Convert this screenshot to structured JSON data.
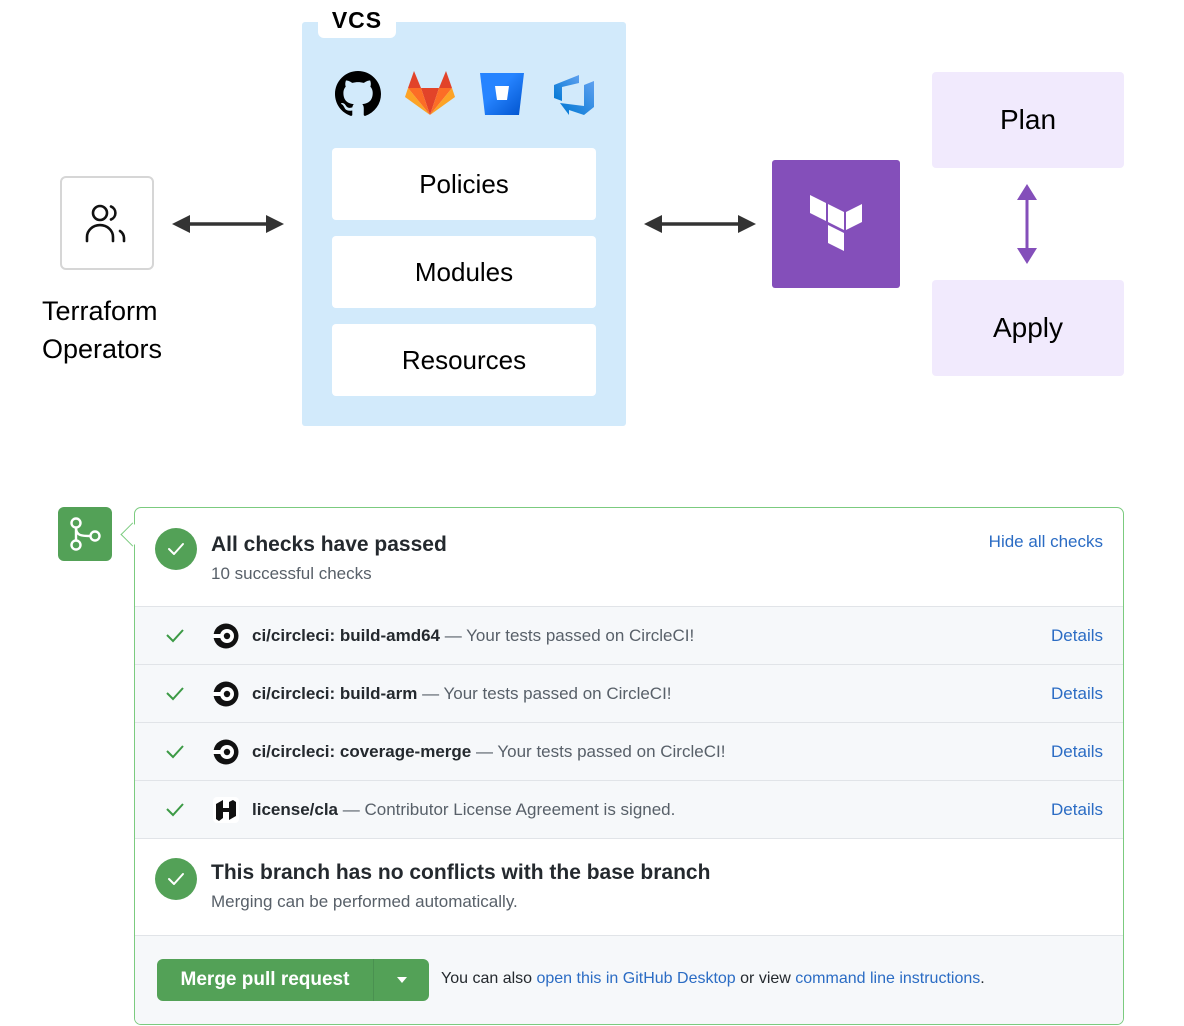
{
  "diagram": {
    "operators": {
      "label_line1": "Terraform",
      "label_line2": "Operators",
      "icon": "users-icon"
    },
    "vcs": {
      "title": "VCS",
      "providers": [
        {
          "name": "GitHub",
          "icon": "github-icon"
        },
        {
          "name": "GitLab",
          "icon": "gitlab-icon"
        },
        {
          "name": "Bitbucket",
          "icon": "bitbucket-icon"
        },
        {
          "name": "Azure DevOps",
          "icon": "azure-devops-icon"
        }
      ],
      "items": [
        "Policies",
        "Modules",
        "Resources"
      ]
    },
    "terraform": {
      "icon": "terraform-logo-icon",
      "color": "#844fba"
    },
    "phases": [
      "Plan",
      "Apply"
    ],
    "colors": {
      "vcs_bg": "#d2eafb",
      "phase_bg": "#f1eafd",
      "phase_arrow": "#844fba",
      "arrow": "#333333"
    }
  },
  "merge_box": {
    "checks_header": {
      "title": "All checks have passed",
      "subtitle": "10 successful checks",
      "toggle_label": "Hide all checks"
    },
    "checks": [
      {
        "name": "ci/circleci: build-amd64",
        "desc": " — Your tests passed on CircleCI!",
        "details": "Details",
        "logo": "circleci-icon"
      },
      {
        "name": "ci/circleci: build-arm",
        "desc": " — Your tests passed on CircleCI!",
        "details": "Details",
        "logo": "circleci-icon"
      },
      {
        "name": "ci/circleci: coverage-merge",
        "desc": " — Your tests passed on CircleCI!",
        "details": "Details",
        "logo": "circleci-icon"
      },
      {
        "name": "license/cla",
        "desc": " — Contributor License Agreement is signed.",
        "details": "Details",
        "logo": "hashicorp-icon"
      }
    ],
    "conflicts": {
      "title": "This branch has no conflicts with the base branch",
      "subtitle": "Merging can be performed automatically."
    },
    "footer": {
      "merge_button": "Merge pull request",
      "text_prefix": "You can also ",
      "desktop_link": "open this in GitHub Desktop",
      "text_middle": " or view ",
      "cli_link": "command line instructions",
      "text_suffix": "."
    },
    "colors": {
      "success": "#53a157",
      "link": "#2b6cc4",
      "border": "#7bcb7f"
    }
  }
}
